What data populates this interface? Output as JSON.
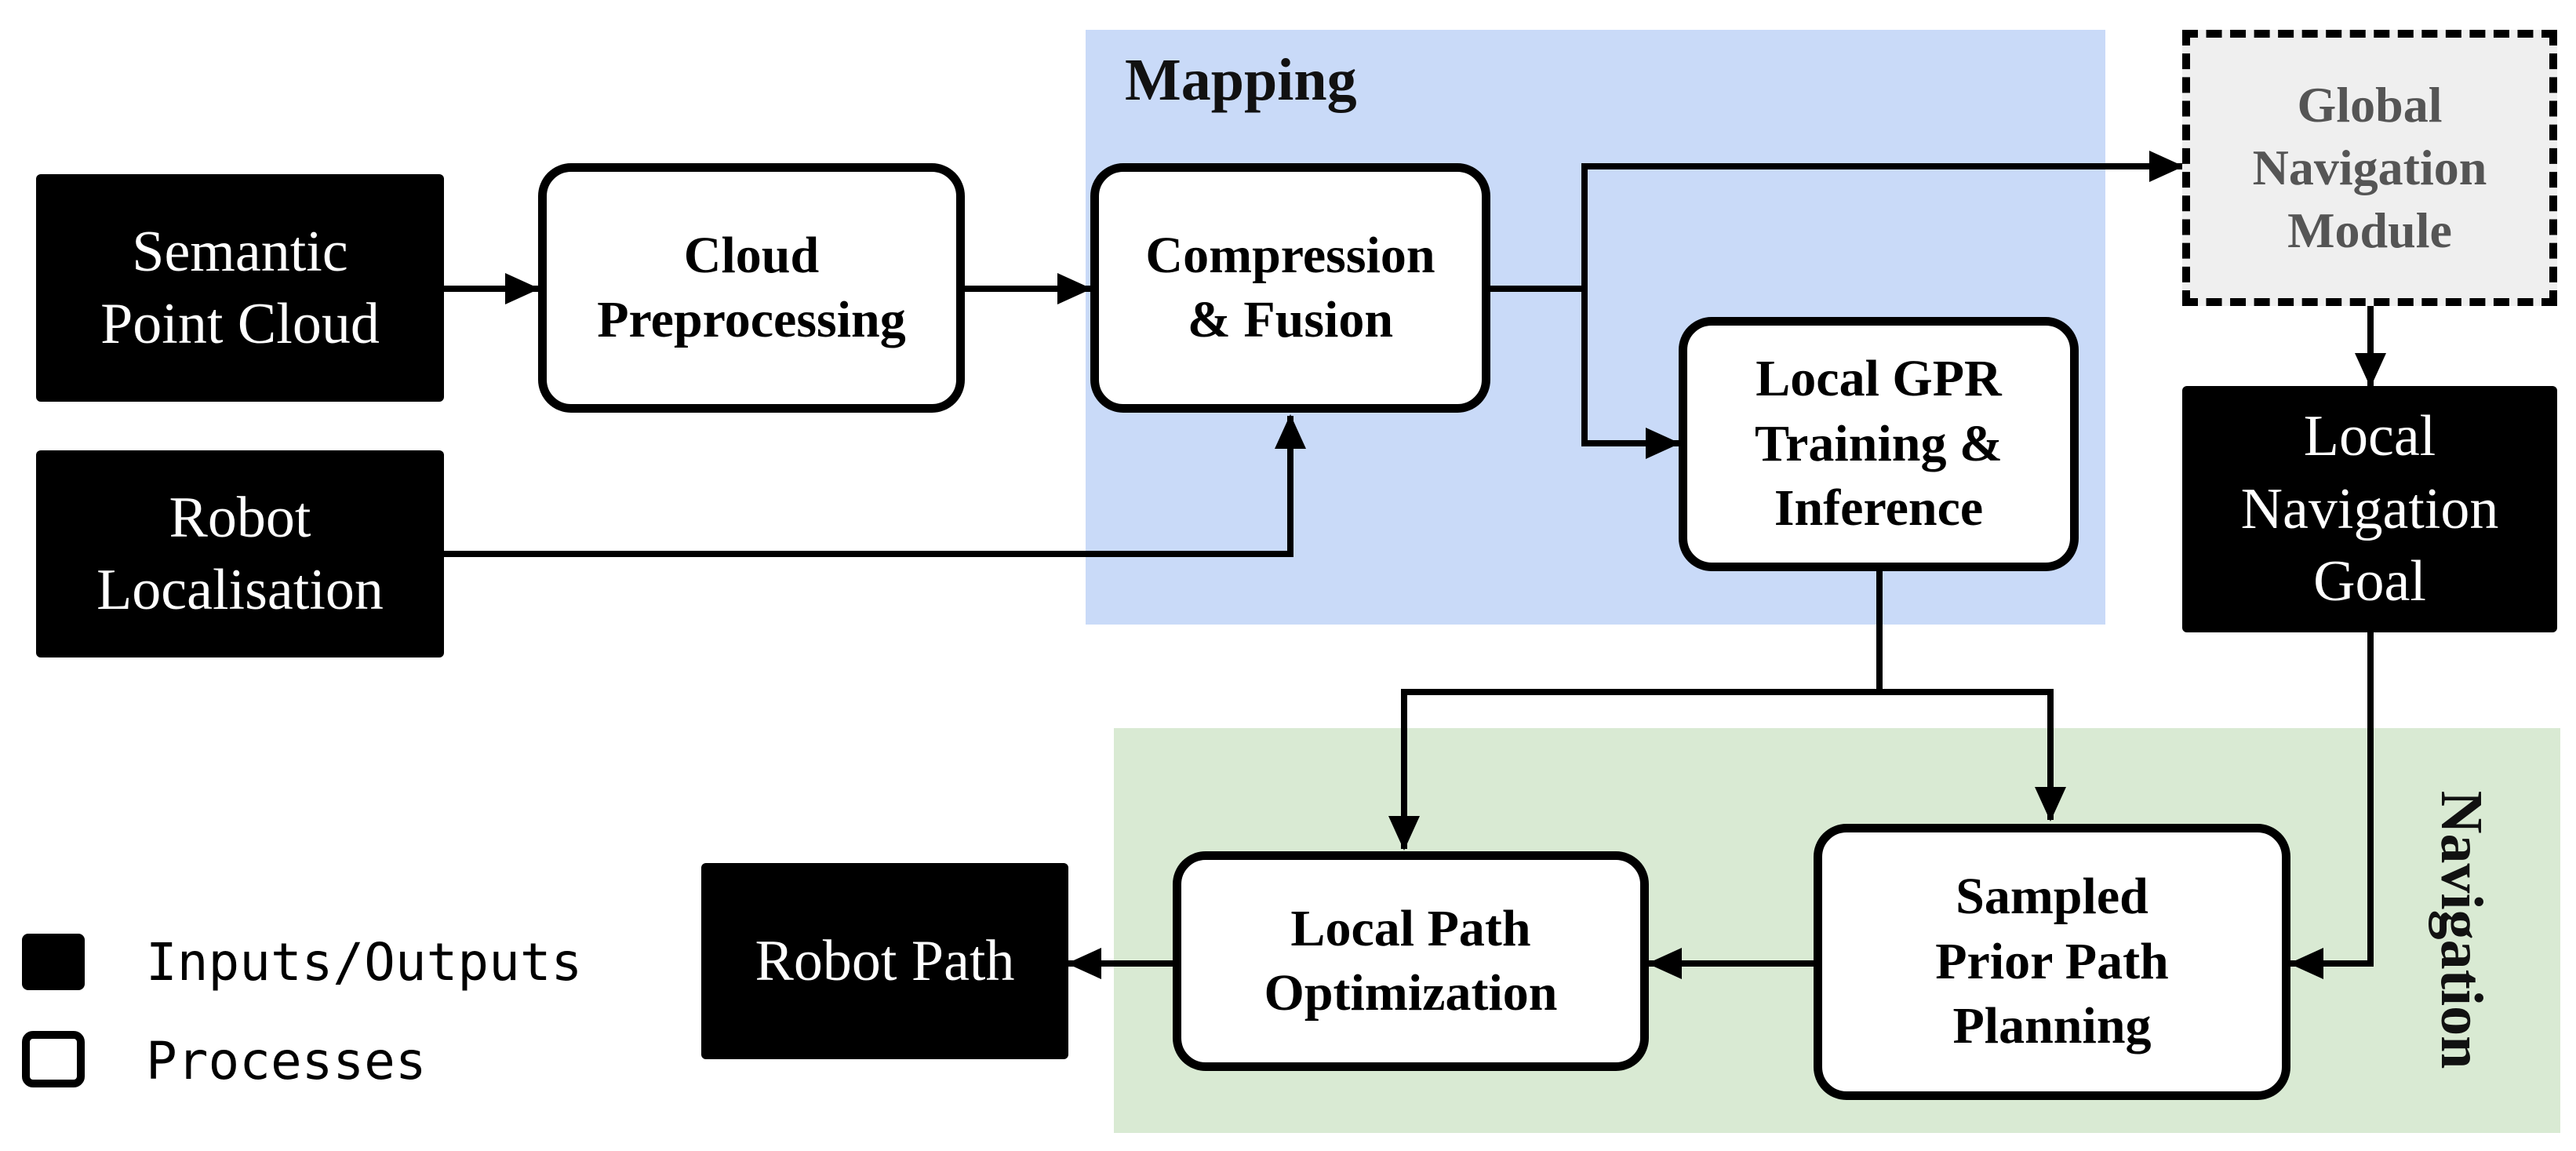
{
  "regions": {
    "mapping": "Mapping",
    "navigation": "Navigation"
  },
  "inputs_outputs": {
    "semantic_point_cloud": "Semantic\nPoint Cloud",
    "robot_localisation": "Robot\nLocalisation",
    "local_navigation_goal": "Local\nNavigation\nGoal",
    "robot_path": "Robot Path"
  },
  "processes": {
    "cloud_preprocessing": "Cloud\nPreprocessing",
    "compression_fusion": "Compression\n& Fusion",
    "local_gpr": "Local GPR\nTraining &\nInference",
    "sampled_prior_path": "Sampled\nPrior Path\nPlanning",
    "local_path_optimization": "Local Path\nOptimization"
  },
  "external": {
    "global_navigation_module": "Global\nNavigation\nModule"
  },
  "legend": {
    "io_label": "Inputs/Outputs",
    "process_label": "Processes"
  },
  "colors": {
    "mapping_region": "#c9daf8",
    "navigation_region": "#d9ead3",
    "io_fill": "#000000",
    "process_fill": "#ffffff",
    "external_fill": "#efefef"
  }
}
